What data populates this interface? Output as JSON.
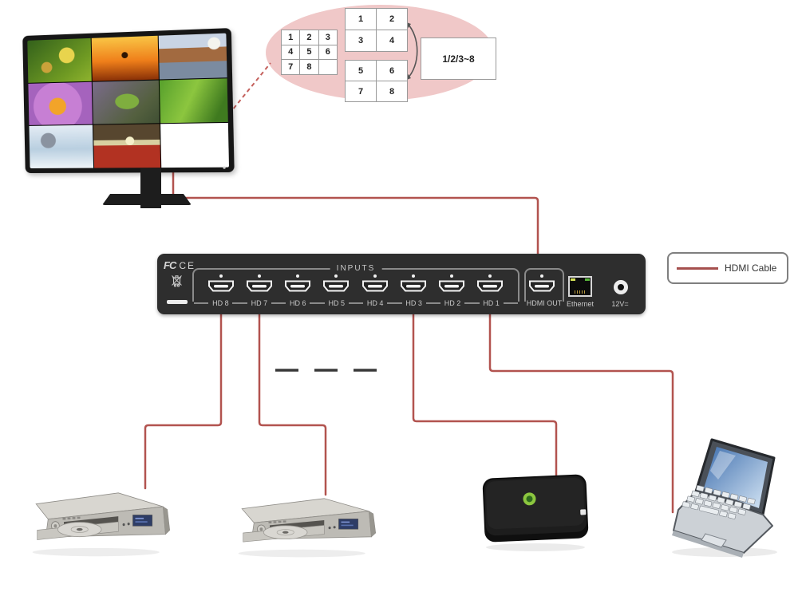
{
  "bubble": {
    "grid3x3": [
      "1",
      "2",
      "3",
      "4",
      "5",
      "6",
      "7",
      "8",
      ""
    ],
    "grid2x2_top": [
      "1",
      "2",
      "3",
      "4"
    ],
    "grid2x2_bottom": [
      "5",
      "6",
      "7",
      "8"
    ],
    "mode_label": "1/2/3~8"
  },
  "panel": {
    "inputs_label": "INPUTS",
    "ports": [
      {
        "label": "HD 8"
      },
      {
        "label": "HD 7"
      },
      {
        "label": "HD 6"
      },
      {
        "label": "HD 5"
      },
      {
        "label": "HD 4"
      },
      {
        "label": "HD 3"
      },
      {
        "label": "HD 2"
      },
      {
        "label": "HD 1"
      }
    ],
    "output_label": "HDMI OUT",
    "ethernet_label": "Ethernet",
    "power_label": "12V=",
    "fcc_label": "FC",
    "ce_label": "CE"
  },
  "legend": {
    "hdmi_cable_label": "HDMI Cable"
  },
  "colors": {
    "cable_red": "#b2534f",
    "panel_dark": "#2e2e2e",
    "bubble_pink": "#f0c8c8",
    "stb_logo_green": "#8cc63f"
  }
}
